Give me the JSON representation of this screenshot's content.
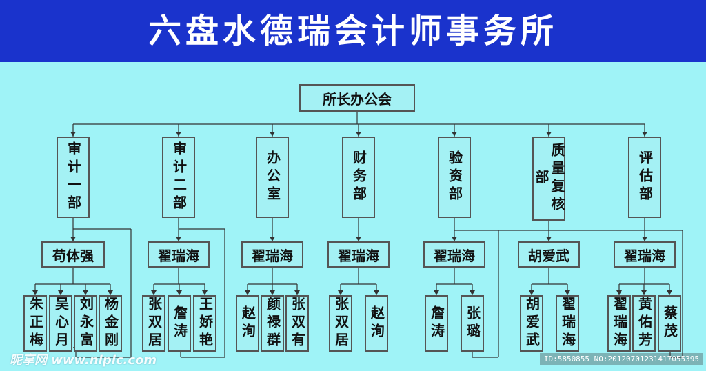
{
  "title": "六盘水德瑞会计师事务所",
  "root": "所长办公会",
  "departments": [
    {
      "name": "审计一部",
      "manager": "苟体强",
      "staff": [
        "朱正梅",
        "吴心月",
        "刘永富",
        "杨金刚"
      ]
    },
    {
      "name": "审计二部",
      "manager": "翟瑞海",
      "staff": [
        "张双居",
        "詹涛",
        "王娇艳"
      ]
    },
    {
      "name": "办公室",
      "manager": "翟瑞海",
      "staff": [
        "赵洵",
        "颜禄群",
        "张双有"
      ]
    },
    {
      "name": "财务部",
      "manager": "翟瑞海",
      "staff": [
        "张双居",
        "赵洵"
      ]
    },
    {
      "name": "验资部",
      "manager": "翟瑞海",
      "staff": [
        "詹涛",
        "张璐"
      ]
    },
    {
      "name": "质量复核部",
      "manager": "胡爱武",
      "staff": [
        "胡爱武",
        "翟瑞海"
      ]
    },
    {
      "name": "评估部",
      "manager": "翟瑞海",
      "staff": [
        "翟瑞海",
        "黄佑芳",
        "蔡茂"
      ]
    }
  ],
  "watermark": {
    "left": "昵享网 www.nipic.com",
    "right": "ID:5850855 NO:20120701231417055395"
  },
  "colors": {
    "header": "#1a33cc",
    "background": "#9ff3f7",
    "box": "#a4f1f4",
    "line": "#333333"
  }
}
